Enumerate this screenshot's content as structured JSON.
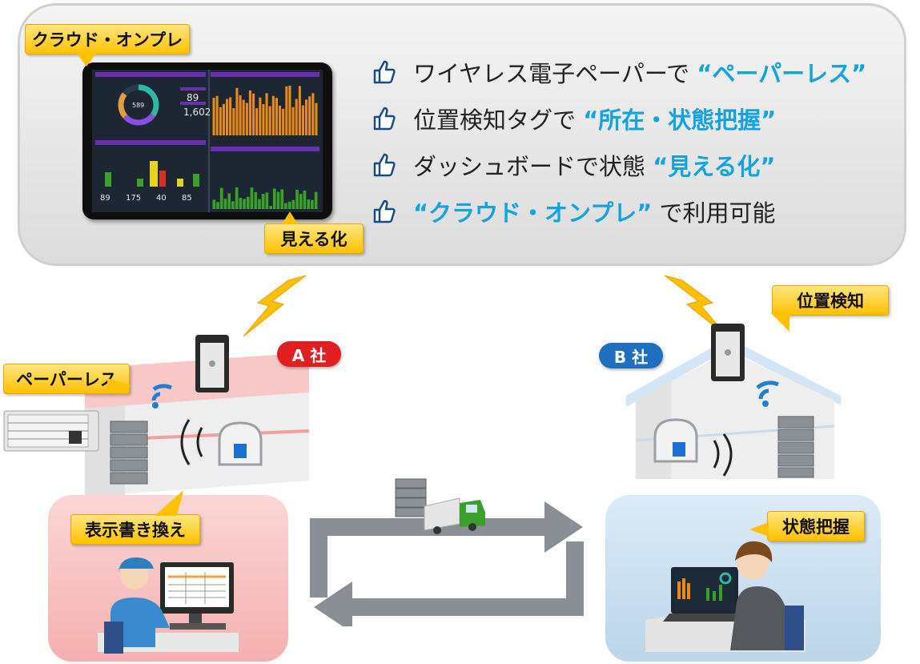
{
  "callouts": {
    "cloud_onpre": "クラウド・オンプレ",
    "visualize": "見える化",
    "paperless": "ペーパーレス",
    "position_detect": "位置検知",
    "display_rewrite": "表示書き換え",
    "status_grasp": "状態把握"
  },
  "features": [
    {
      "plain": "ワイヤレス電子ペーパーで ",
      "highlight": "“ペーパーレス”",
      "suffix": ""
    },
    {
      "plain": "位置検知タグで ",
      "highlight": "“所在・状態把握”",
      "suffix": ""
    },
    {
      "plain": "ダッシュボードで状態 ",
      "highlight": "“見える化”",
      "suffix": ""
    },
    {
      "plain": "",
      "highlight": "“クラウド・オンプレ”",
      "suffix": " で利用可能"
    }
  ],
  "companies": {
    "a": "A 社",
    "b": "B 社"
  },
  "dashboard": {
    "donut_value": "589",
    "kpi_1": "89",
    "kpi_2": "1,602",
    "bottom_1": "89",
    "bottom_2": "175",
    "bottom_3": "40",
    "bottom_4": "85"
  },
  "colors": {
    "callout_fill": "#ffc000",
    "highlight_text": "#12a3e0",
    "badge_a": "#e02020",
    "badge_b": "#1f6fc0",
    "dashboard_accent": "#6a2fb0",
    "bar_orange": "#e88a1a",
    "bar_green": "#3aa02a"
  }
}
